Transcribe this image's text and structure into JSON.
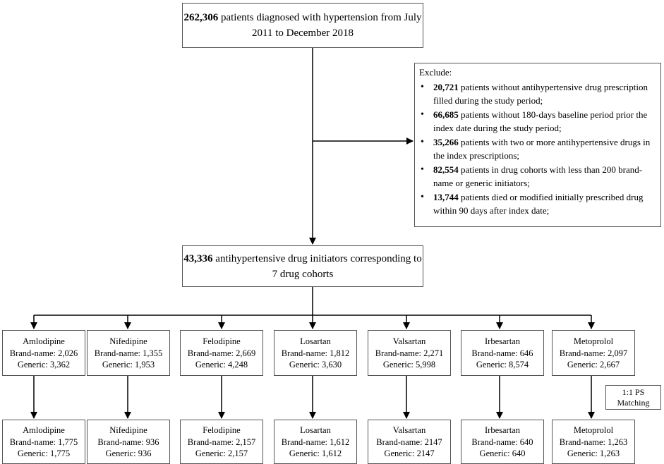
{
  "top": {
    "count": "262,306",
    "text": " patients diagnosed with hypertension from July 2011 to December 2018"
  },
  "exclude": {
    "title": "Exclude:",
    "items": [
      {
        "count": "20,721",
        "text": " patients without antihypertensive drug prescription filled during the study period;"
      },
      {
        "count": "66,685",
        "text": " patients without 180-days baseline period prior the index date during the study period;"
      },
      {
        "count": "35,266",
        "text": " patients with two or more antihypertensive drugs in the index prescriptions;"
      },
      {
        "count": "82,554",
        "text": " patients in drug cohorts with less than 200 brand-name or generic initiators;"
      },
      {
        "count": "13,744",
        "text": " patients died or modified initially prescribed drug within 90 days after index date;"
      }
    ]
  },
  "middle": {
    "count": "43,336",
    "text": " antihypertensive drug initiators corresponding to 7 drug cohorts"
  },
  "cohorts_before": [
    {
      "name": "Amlodipine",
      "brand": "Brand-name: 2,026",
      "generic": "Generic: 3,362"
    },
    {
      "name": "Nifedipine",
      "brand": "Brand-name: 1,355",
      "generic": "Generic: 1,953"
    },
    {
      "name": "Felodipine",
      "brand": "Brand-name: 2,669",
      "generic": "Generic: 4,248"
    },
    {
      "name": "Losartan",
      "brand": "Brand-name: 1,812",
      "generic": "Generic: 3,630"
    },
    {
      "name": "Valsartan",
      "brand": "Brand-name: 2,271",
      "generic": "Generic: 5,998"
    },
    {
      "name": "Irbesartan",
      "brand": "Brand-name: 646",
      "generic": "Generic: 8,574"
    },
    {
      "name": "Metoprolol",
      "brand": "Brand-name: 2,097",
      "generic": "Generic: 2,667"
    }
  ],
  "cohorts_after": [
    {
      "name": "Amlodipine",
      "brand": "Brand-name: 1,775",
      "generic": "Generic: 1,775"
    },
    {
      "name": "Nifedipine",
      "brand": "Brand-name: 936",
      "generic": "Generic: 936"
    },
    {
      "name": "Felodipine",
      "brand": "Brand-name: 2,157",
      "generic": "Generic: 2,157"
    },
    {
      "name": "Losartan",
      "brand": "Brand-name: 1,612",
      "generic": "Generic: 1,612"
    },
    {
      "name": "Valsartan",
      "brand": "Brand-name: 2147",
      "generic": "Generic: 2147"
    },
    {
      "name": "Irbesartan",
      "brand": "Brand-name: 640",
      "generic": "Generic: 640"
    },
    {
      "name": "Metoprolol",
      "brand": "Brand-name: 1,263",
      "generic": "Generic: 1,263"
    }
  ],
  "ps_matching": {
    "line1": "1:1 PS",
    "line2": "Matching"
  }
}
